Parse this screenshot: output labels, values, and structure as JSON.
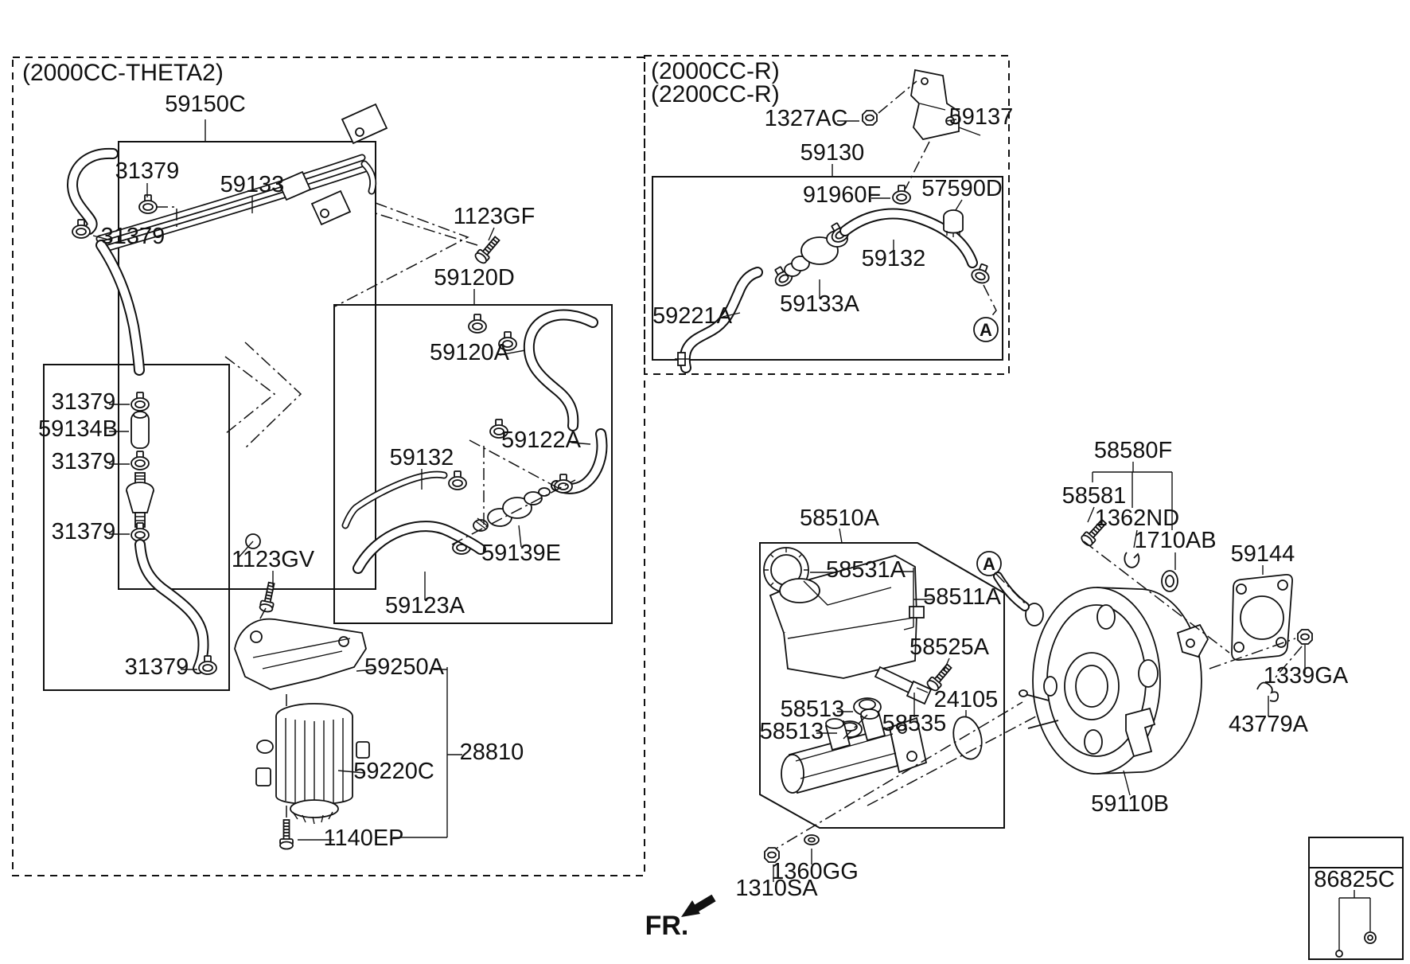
{
  "title": "Brake master cylinder and booster parts diagram",
  "groups": {
    "left": {
      "label": "(2000CC-THETA2)"
    },
    "right": {
      "label1": "(2000CC-R)",
      "label2": "(2200CC-R)"
    }
  },
  "markers": {
    "detail": "A"
  },
  "direction": {
    "label": "FR."
  },
  "parts": {
    "p59150C": "59150C",
    "p31379": "31379",
    "p59133": "59133",
    "p1123GF": "1123GF",
    "p59120D": "59120D",
    "p59120A": "59120A",
    "p59122A": "59122A",
    "p59132": "59132",
    "p59139E": "59139E",
    "p59123A": "59123A",
    "p59134B": "59134B",
    "p1123GV": "1123GV",
    "p59250A": "59250A",
    "p28810": "28810",
    "p59220C": "59220C",
    "p1140EP": "1140EP",
    "p1327AC": "1327AC",
    "p59137": "59137",
    "p59130": "59130",
    "p91960F": "91960F",
    "p57590D": "57590D",
    "p59133A": "59133A",
    "p59221A": "59221A",
    "p58510A": "58510A",
    "p58531A": "58531A",
    "p58511A": "58511A",
    "p58525A": "58525A",
    "p58513": "58513",
    "p58535": "58535",
    "p24105": "24105",
    "p58580F": "58580F",
    "p58581": "58581",
    "p1362ND": "1362ND",
    "p1710AB": "1710AB",
    "p59144": "59144",
    "p1339GA": "1339GA",
    "p43779A": "43779A",
    "p59110B": "59110B",
    "p86825C": "86825C",
    "p1310SA": "1310SA",
    "p1360GG": "1360GG"
  }
}
